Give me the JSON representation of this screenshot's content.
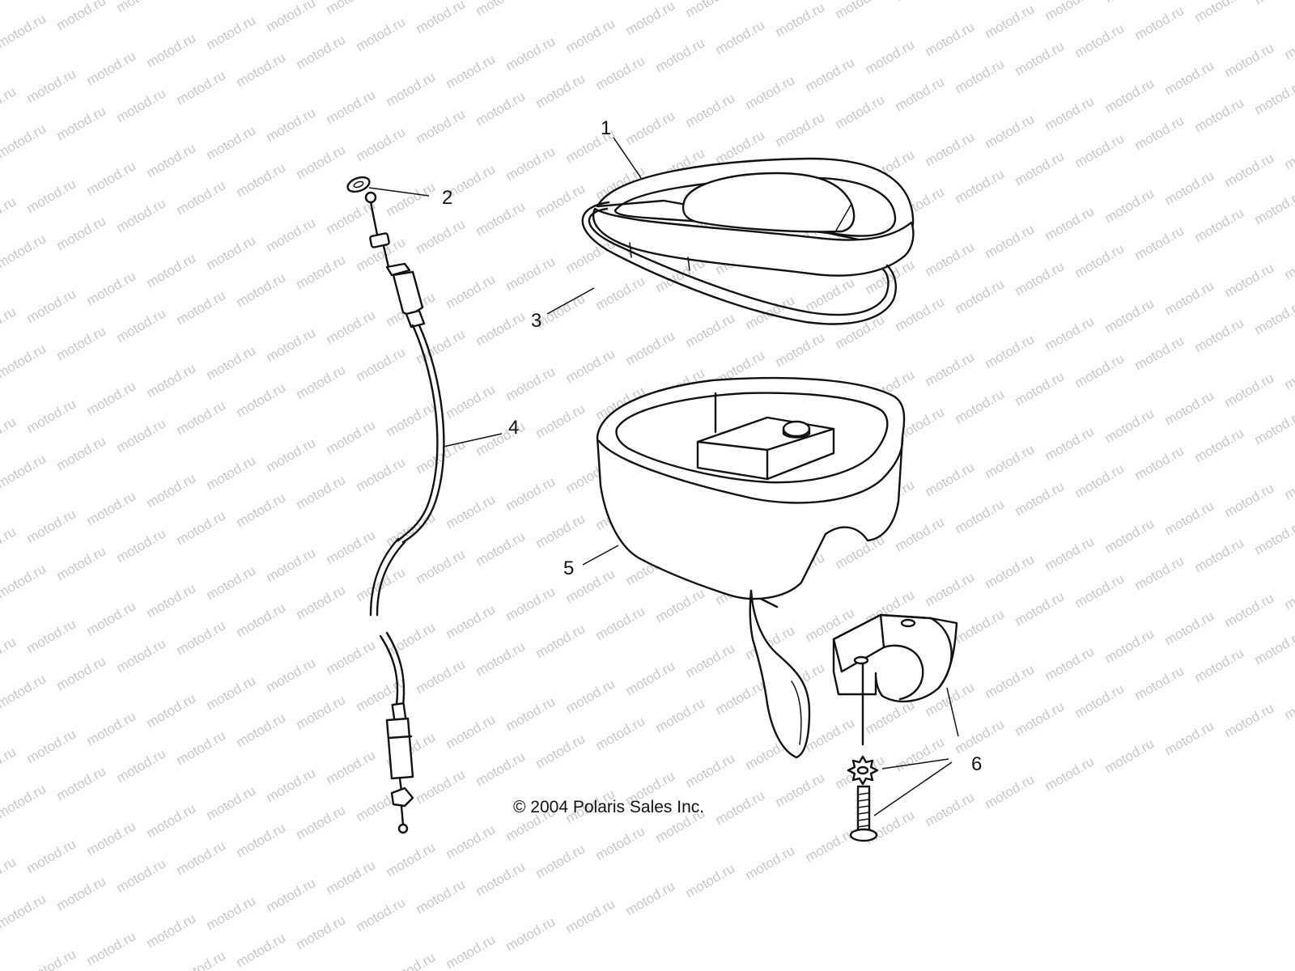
{
  "watermark": {
    "text": "motod.ru"
  },
  "callouts": [
    {
      "id": "1",
      "label": "1"
    },
    {
      "id": "2",
      "label": "2"
    },
    {
      "id": "3",
      "label": "3"
    },
    {
      "id": "4",
      "label": "4"
    },
    {
      "id": "5",
      "label": "5"
    },
    {
      "id": "6",
      "label": "6"
    }
  ],
  "copyright": "© 2004 Polaris Sales Inc."
}
